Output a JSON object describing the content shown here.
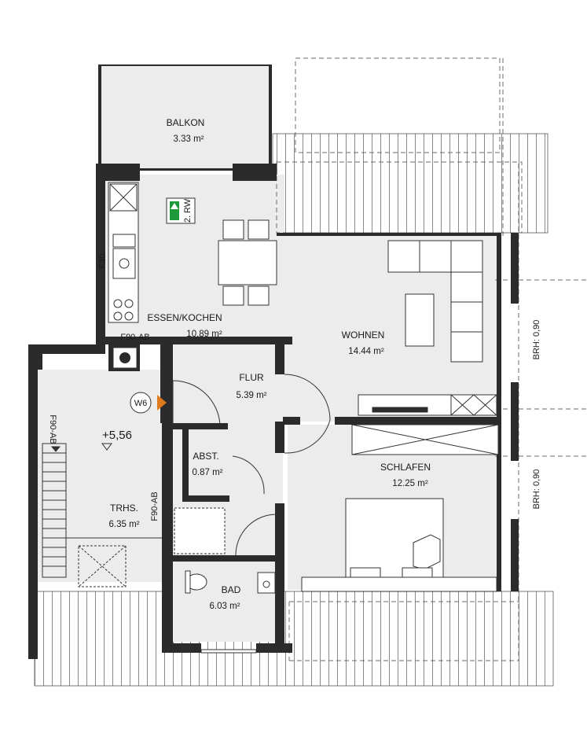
{
  "rooms": {
    "balkon": {
      "name": "BALKON",
      "area": "3.33 m²"
    },
    "essen_kochen": {
      "name": "ESSEN/KOCHEN",
      "area": "10.89 m²"
    },
    "wohnen": {
      "name": "WOHNEN",
      "area": "14.44 m²"
    },
    "flur": {
      "name": "FLUR",
      "area": "5.39 m²"
    },
    "abst": {
      "name": "ABST.",
      "area": "0.87 m²"
    },
    "schlafen": {
      "name": "SCHLAFEN",
      "area": "12.25 m²"
    },
    "trhs": {
      "name": "TRHS.",
      "area": "6.35 m²"
    },
    "bad": {
      "name": "BAD",
      "area": "6.03 m²"
    }
  },
  "labels": {
    "f30": "F30",
    "f90_ab_top": "F90-AB",
    "f90_ab_left": "F90-AB",
    "f90_ab_stair": "F90-AB",
    "brh_top": "BRH: 0,90",
    "brh_bottom": "BRH: 0,90",
    "escape_sign": "2. RW",
    "unit_tag": "W6",
    "level": "+5,56"
  },
  "colors": {
    "room_fill": "#ececec",
    "wall": "#2b2b2b",
    "sign_green": "#1f9a3a",
    "unit_marker": "#e07a1f"
  }
}
